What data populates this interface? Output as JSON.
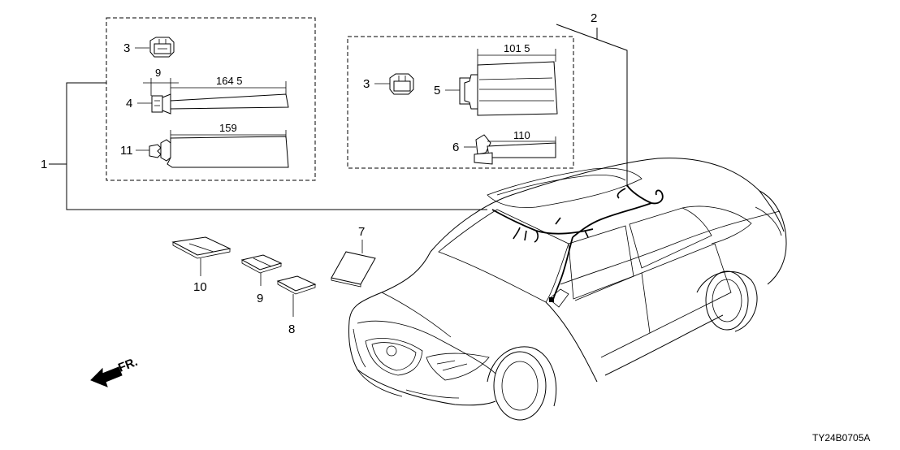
{
  "callouts": {
    "c1": "1",
    "c2": "2",
    "c3a": "3",
    "c3b": "3",
    "c4": "4",
    "c5": "5",
    "c6": "6",
    "c7": "7",
    "c8": "8",
    "c9": "9",
    "c10": "10",
    "c11": "11"
  },
  "dimensions": {
    "d9": "9",
    "d164_5": "164 5",
    "d159": "159",
    "d101_5": "101 5",
    "d110": "110"
  },
  "front_label": "FR.",
  "diagram_code": "TY24B0705A"
}
